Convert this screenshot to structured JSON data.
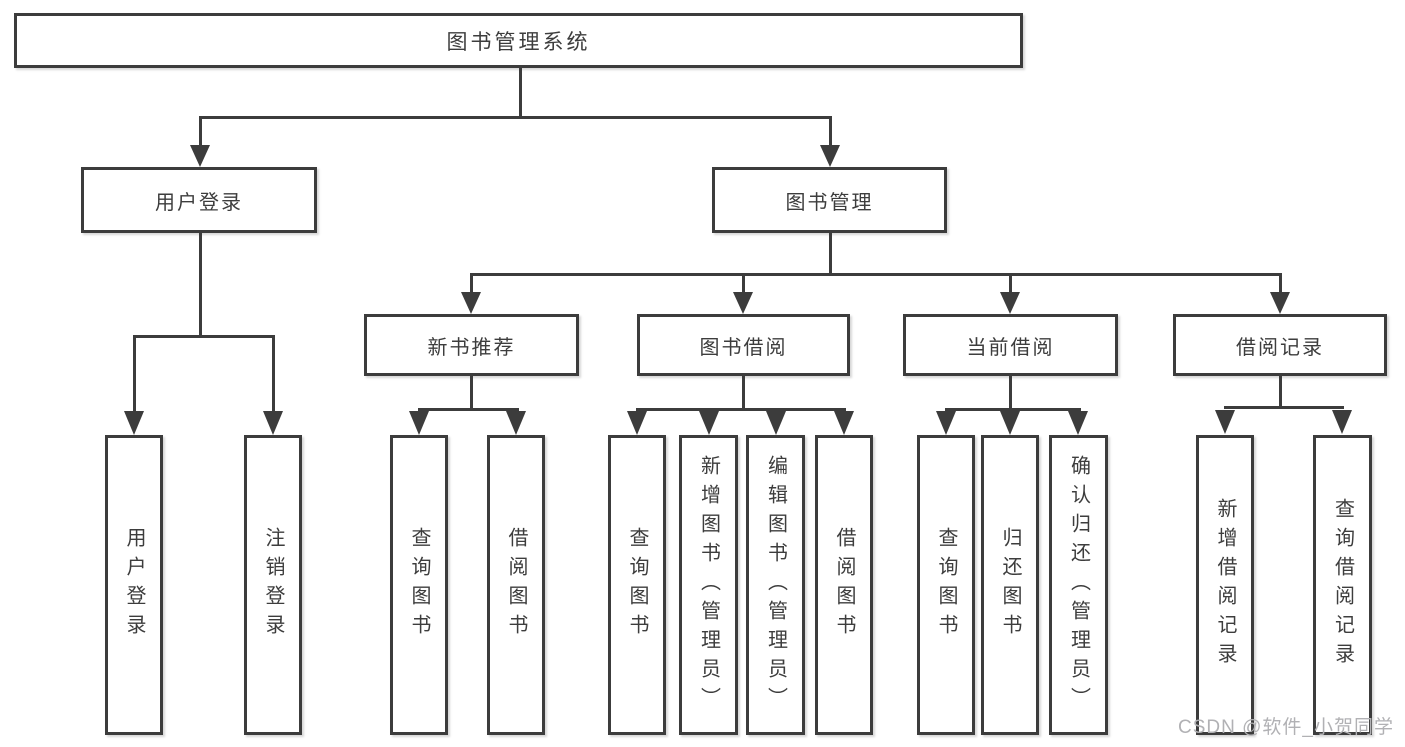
{
  "diagram": {
    "title_node": {
      "label": "图书管理系统"
    },
    "level2": [
      {
        "label": "用户登录",
        "children": [
          {
            "label": "用户登录"
          },
          {
            "label": "注销登录"
          }
        ]
      },
      {
        "label": "图书管理",
        "children": [
          {
            "label": "新书推荐",
            "children": [
              {
                "label": "查询图书"
              },
              {
                "label": "借阅图书"
              }
            ]
          },
          {
            "label": "图书借阅",
            "children": [
              {
                "label": "查询图书"
              },
              {
                "label": "新增图书（管理员）"
              },
              {
                "label": "编辑图书（管理员）"
              },
              {
                "label": "借阅图书"
              }
            ]
          },
          {
            "label": "当前借阅",
            "children": [
              {
                "label": "查询图书"
              },
              {
                "label": "归还图书"
              },
              {
                "label": "确认归还（管理员）"
              }
            ]
          },
          {
            "label": "借阅记录",
            "children": [
              {
                "label": "新增借阅记录"
              },
              {
                "label": "查询借阅记录"
              }
            ]
          }
        ]
      }
    ]
  },
  "watermark": {
    "text": "CSDN @软件_小贺同学"
  },
  "colors": {
    "line": "#3c3c3c",
    "text": "#3d3d3d",
    "watermark": "#b1b1b4",
    "background": "#ffffff"
  }
}
